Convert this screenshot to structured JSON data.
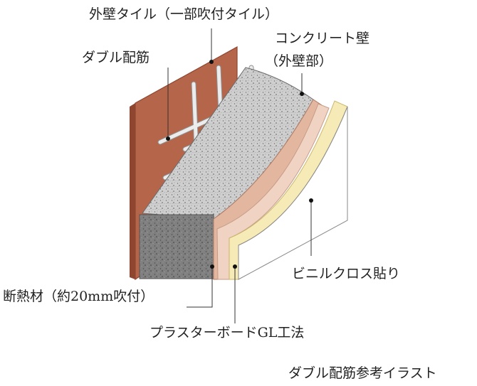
{
  "labels": {
    "exterior_tile": "外壁タイル（一部吹付タイル）",
    "double_rebar": "ダブル配筋",
    "concrete_wall_line1": "コンクリート壁",
    "concrete_wall_line2": "（外壁部）",
    "vinyl_cloth": "ビニルクロス貼り",
    "insulation": "断熱材（約20mm吹付）",
    "plasterboard": "プラスターボードGL工法",
    "caption": "ダブル配筋参考イラスト"
  },
  "colors": {
    "tile": "#b5654a",
    "tile_edge": "#8e4631",
    "concrete_top": "#c9c9c9",
    "concrete_front": "#7a7a7a",
    "insulation": "#d9a48e",
    "plasterboard": "#f2dccd",
    "board_edge": "#f3e7b0",
    "rebar": "#e8e8e8"
  }
}
